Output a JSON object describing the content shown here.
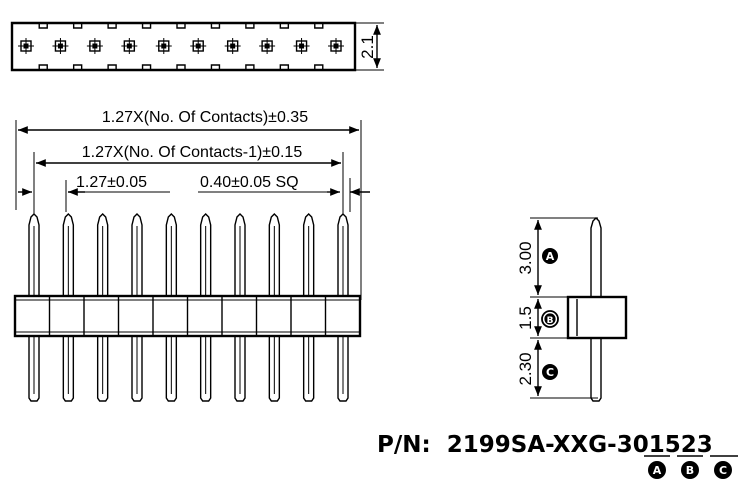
{
  "drawing": {
    "contacts": 10,
    "top_view": {
      "height_dim": "2.1"
    },
    "front_view": {
      "dim_overall": "1.27X(No. Of Contacts)±0.35",
      "dim_span": "1.27X(No. Of Contacts-1)±0.15",
      "dim_pitch": "1.27±0.05",
      "dim_pin": "0.40±0.05 SQ"
    },
    "side_view": {
      "dim_a": "3.00",
      "dim_b": "1.5",
      "dim_c": "2.30",
      "marker_a": "A",
      "marker_b": "B",
      "marker_c": "C"
    },
    "part_number": {
      "prefix": "P/N:",
      "base": "2199SA-XXG-",
      "code_a": "30",
      "code_b": "15",
      "code_c": "23",
      "marker_a": "A",
      "marker_b": "B",
      "marker_c": "C"
    }
  }
}
